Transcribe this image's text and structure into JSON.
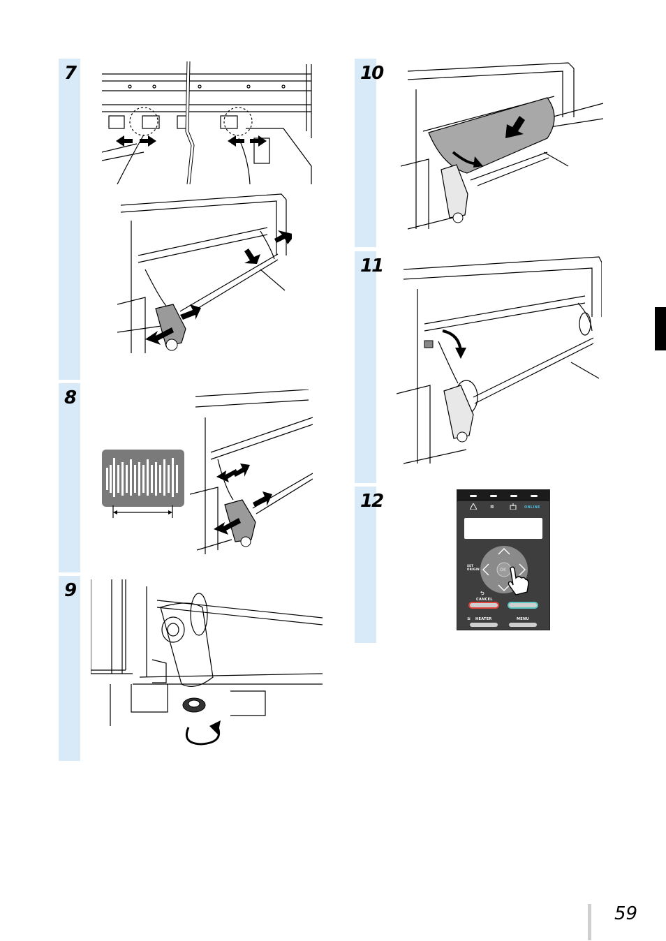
{
  "steps": [
    {
      "number": "7"
    },
    {
      "number": "8"
    },
    {
      "number": "9"
    },
    {
      "number": "10"
    },
    {
      "number": "11"
    },
    {
      "number": "12"
    }
  ],
  "control_panel": {
    "status_online": "ONLINE",
    "set_origin": "SET\nORIGIN",
    "ok": "OK",
    "cancel": "CANCEL",
    "heater": "HEATER",
    "menu": "MENU",
    "colors": {
      "cancel_ring": "#e0443a",
      "enter_ring": "#5cc6c0",
      "online": "#4fb8d8"
    }
  },
  "footer": {
    "page_number": "59"
  },
  "colors": {
    "step_bar": "#d8eaf7",
    "tab": "#000000"
  }
}
